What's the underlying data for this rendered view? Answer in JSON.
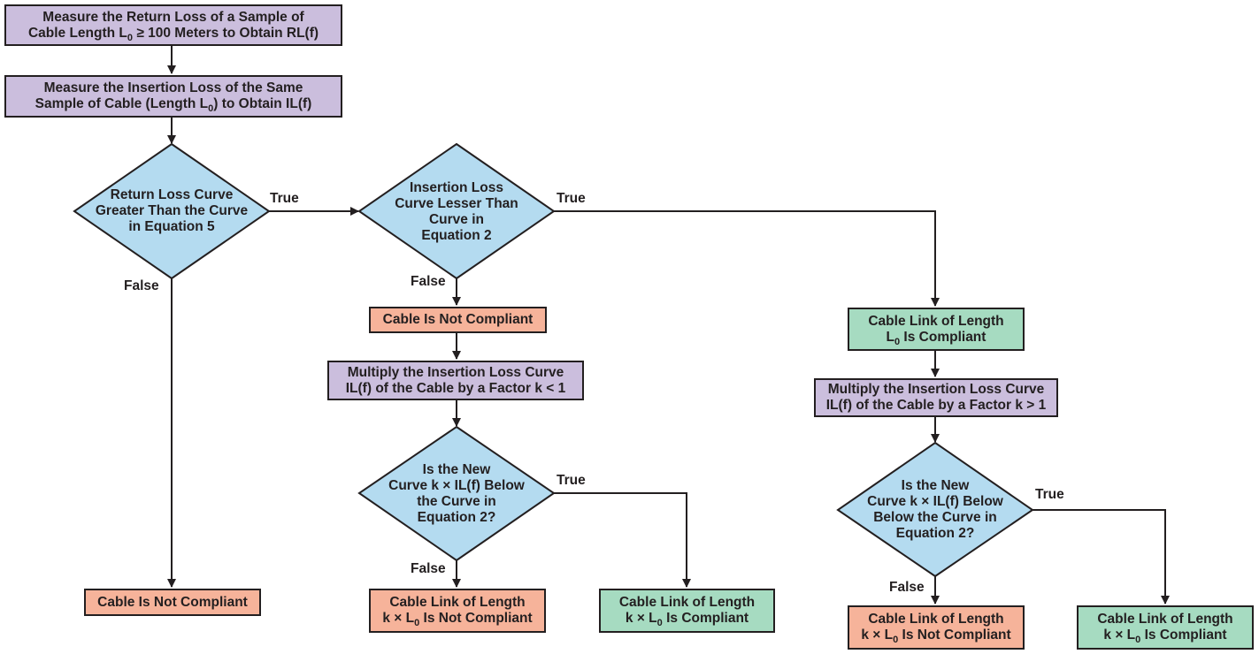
{
  "colors": {
    "process": "#cbbedd",
    "not_compliant": "#f6b39a",
    "compliant": "#a6dbc1",
    "decision": "#b4dbf0",
    "stroke": "#231f20"
  },
  "nodes": {
    "n1": {
      "line1": "Measure the Return Loss of a Sample of",
      "line2a": "Cable Length L",
      "sub": "0",
      "line2b": " ≥ 100 Meters to Obtain RL(f)"
    },
    "n2": {
      "line1": "Measure the Insertion Loss of the Same",
      "line2a": "Sample of Cable (Length L",
      "sub": "0",
      "line2b": ") to Obtain IL(f)"
    },
    "d1": {
      "line1": "Return Loss Curve",
      "line2": "Greater Than the Curve",
      "line3": "in Equation 5"
    },
    "d2": {
      "line1": "Insertion Loss",
      "line2": "Curve Lesser Than",
      "line3": "Curve in",
      "line4": "Equation 2"
    },
    "nc_left": {
      "text": "Cable Is Not Compliant"
    },
    "nc_mid": {
      "text": "Cable Is Not Compliant"
    },
    "mult_lt": {
      "line1": "Multiply the Insertion Loss Curve",
      "line2": "IL(f) of the Cable by a Factor k < 1"
    },
    "d3": {
      "line1": "Is the New",
      "line2": "Curve k × IL(f) Below",
      "line3": "the Curve in",
      "line4": "Equation 2?"
    },
    "out_mid_nc": {
      "line1": "Cable Link of Length",
      "line2a": "k × L",
      "sub": "0",
      "line2b": " Is Not Compliant"
    },
    "out_mid_c": {
      "line1": "Cable Link of Length",
      "line2a": "k × L",
      "sub": "0",
      "line2b": " Is Compliant"
    },
    "comp_l0": {
      "line1": "Cable Link of Length",
      "line2a": "L",
      "sub": "0",
      "line2b": " Is Compliant"
    },
    "mult_gt": {
      "line1": "Multiply the Insertion Loss Curve",
      "line2": "IL(f) of the Cable by a Factor k > 1"
    },
    "d4": {
      "line1": "Is the New",
      "line2": "Curve k × IL(f) Below",
      "line3": "Below the Curve in",
      "line4": "Equation 2?"
    },
    "out_right_nc": {
      "line1": "Cable Link of Length",
      "line2a": "k × L",
      "sub": "0",
      "line2b": " Is Not Compliant"
    },
    "out_right_c": {
      "line1": "Cable Link of Length",
      "line2a": "k × L",
      "sub": "0",
      "line2b": " Is Compliant"
    }
  },
  "labels": {
    "d1_true": "True",
    "d1_false": "False",
    "d2_true": "True",
    "d2_false": "False",
    "d3_true": "True",
    "d3_false": "False",
    "d4_true": "True",
    "d4_false": "False"
  }
}
